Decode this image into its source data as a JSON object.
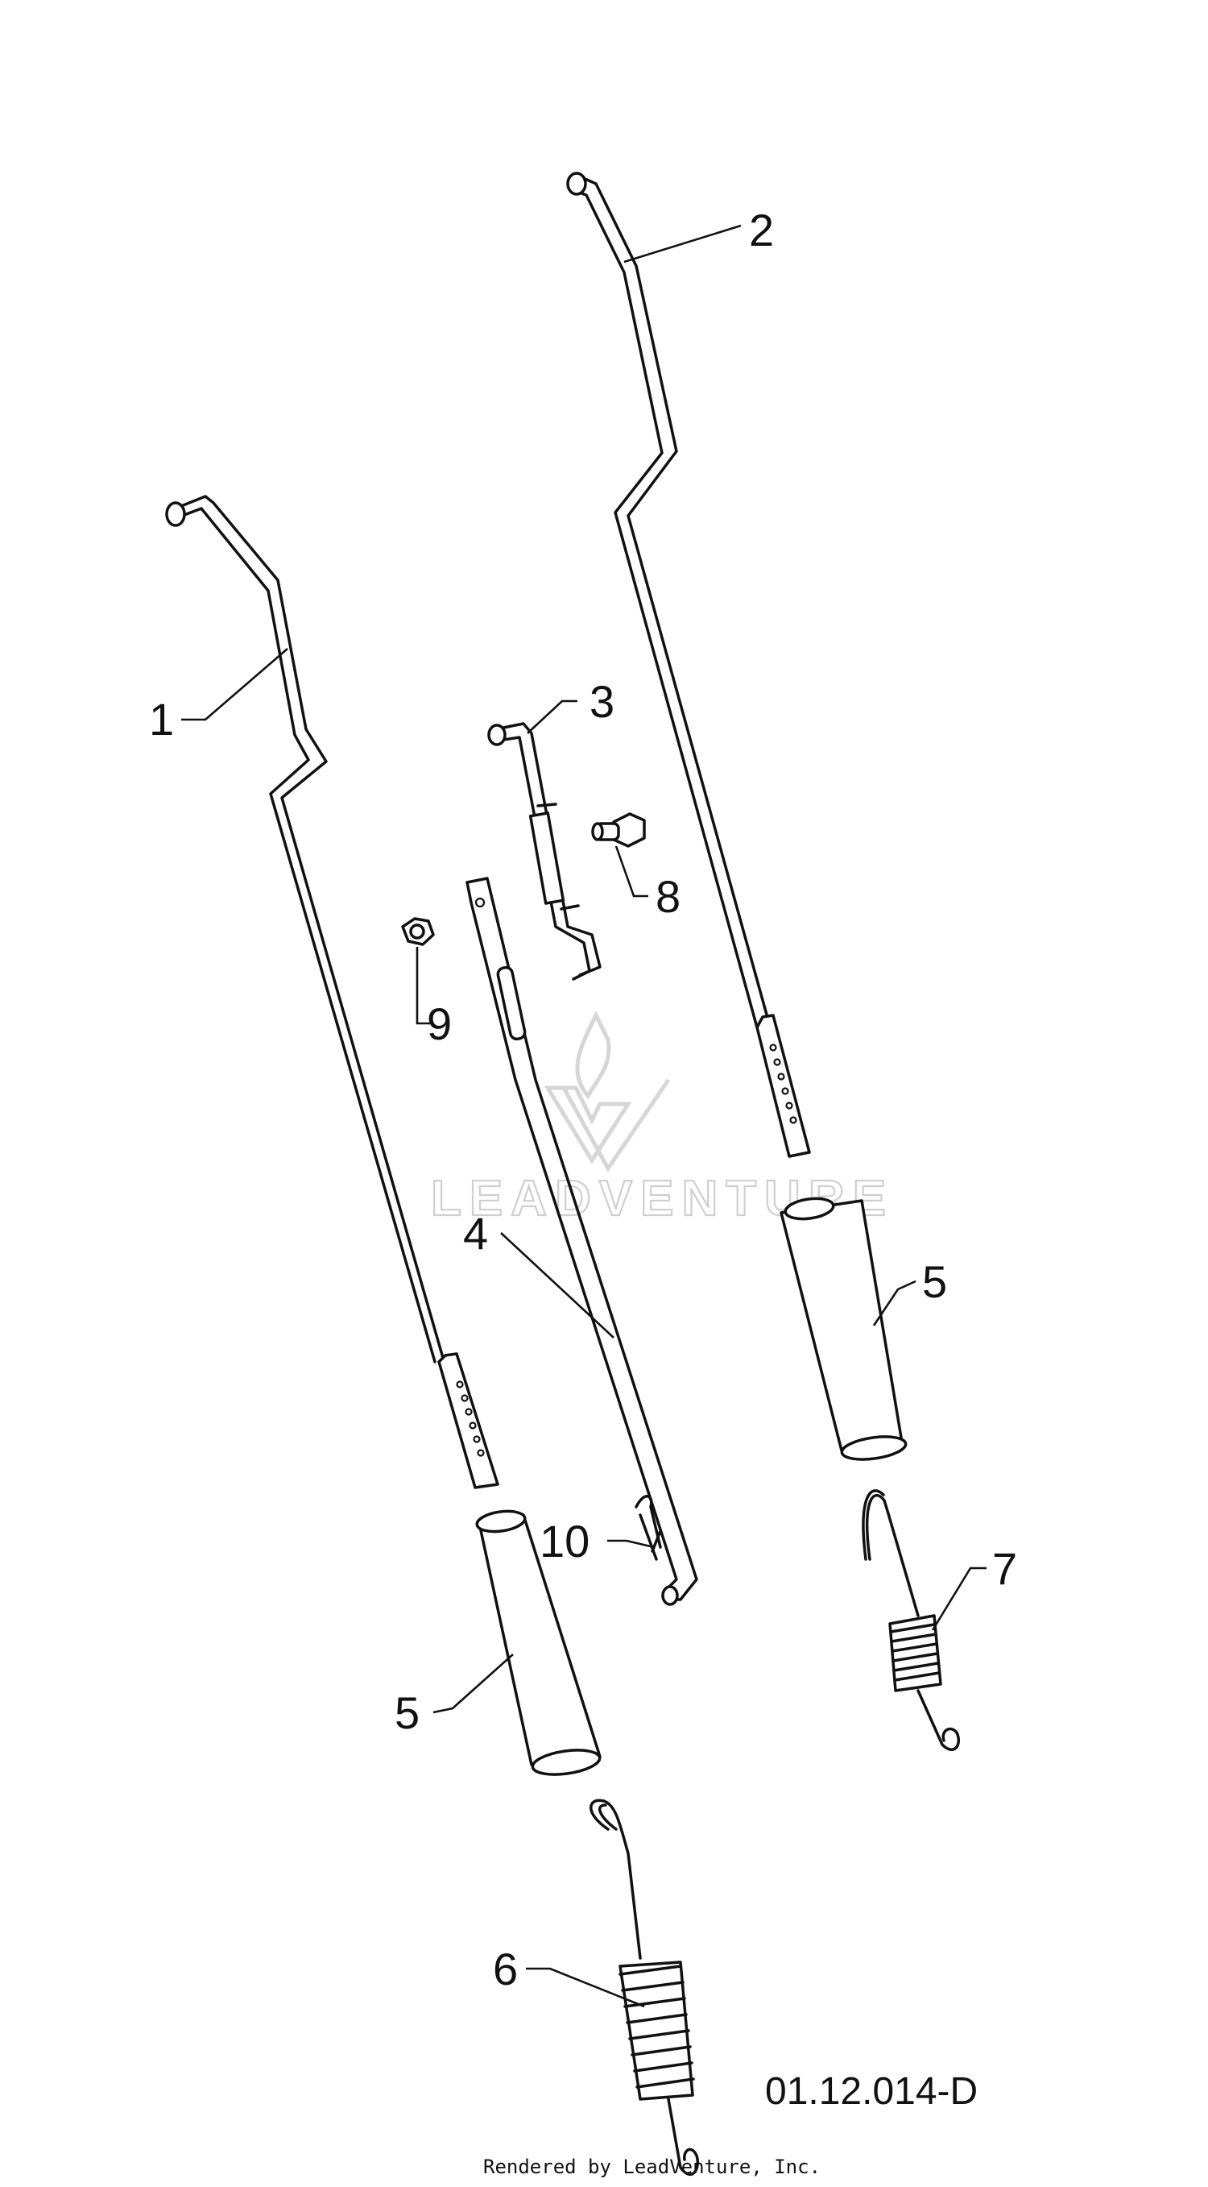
{
  "callouts": {
    "c1": "1",
    "c2": "2",
    "c3": "3",
    "c4": "4",
    "c5a": "5",
    "c5b": "5",
    "c6": "6",
    "c7": "7",
    "c8": "8",
    "c9": "9",
    "c10": "10"
  },
  "drawing_code": "01.12.014-D",
  "watermark": "LEADVENTURE",
  "credit": "Rendered by LeadVenture, Inc."
}
